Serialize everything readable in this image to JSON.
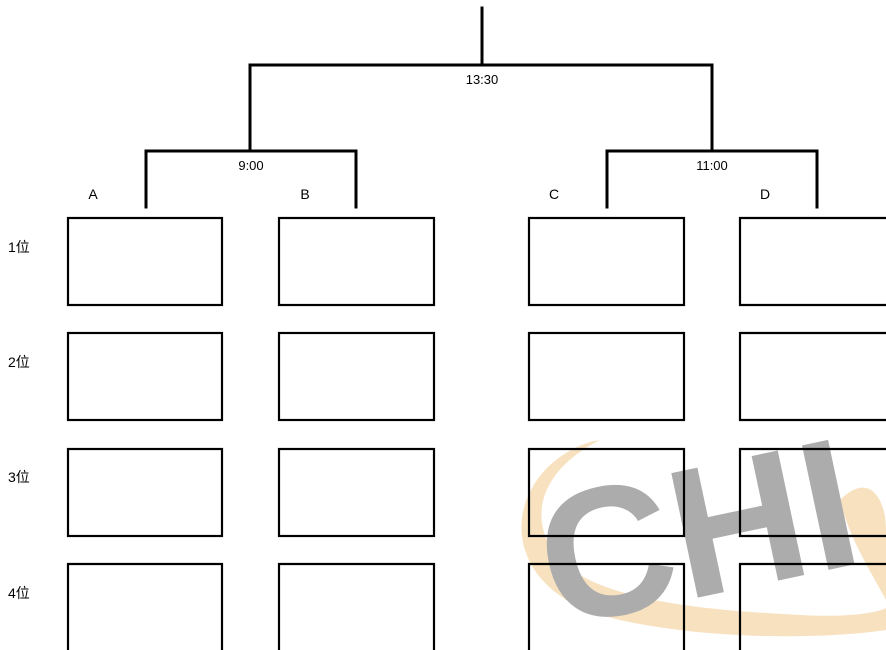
{
  "bracket": {
    "final_time": "13:30",
    "semi_left_time": "9:00",
    "semi_right_time": "11:00"
  },
  "groups": [
    "A",
    "B",
    "C",
    "D"
  ],
  "ranks": [
    "1位",
    "2位",
    "3位",
    "4位"
  ],
  "watermark": {
    "text": "CHI",
    "color": "#9aa0a6",
    "accent": "#e8a33a"
  }
}
